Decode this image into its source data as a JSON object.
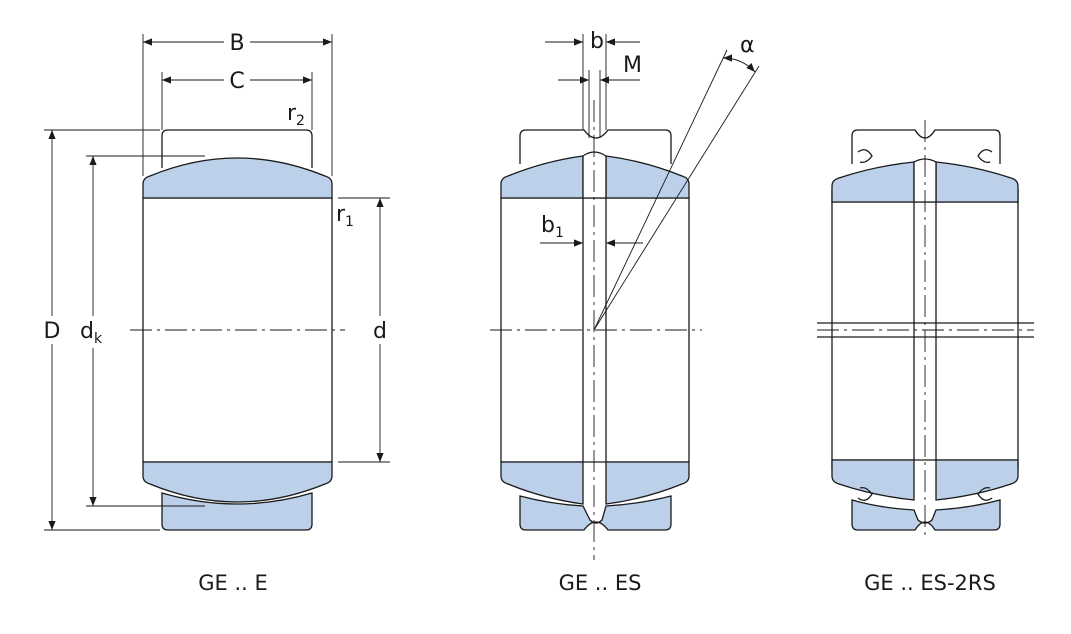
{
  "labels": {
    "B": "B",
    "C": "C",
    "r2": "r",
    "r2_sub": "2",
    "r1": "r",
    "r1_sub": "1",
    "D": "D",
    "dk": "d",
    "dk_sub": "k",
    "d": "d",
    "b": "b",
    "M": "M",
    "alpha": "α",
    "b1": "b",
    "b1_sub": "1"
  },
  "captions": {
    "ge_e": "GE .. E",
    "ge_es": "GE .. ES",
    "ge_es_2rs": "GE .. ES-2RS"
  },
  "colors": {
    "fill": "#bcd0ea",
    "line": "#1a1a1a"
  }
}
